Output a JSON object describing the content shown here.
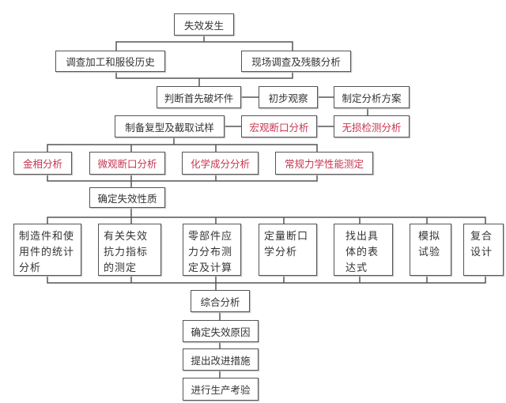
{
  "colors": {
    "line": "#555555",
    "red_text": "#c8344f",
    "text": "#333333"
  },
  "nodes": {
    "failure_occurs": "失效发生",
    "investigate_history": "调查加工和服役历史",
    "site_investigation": "现场调查及残骸分析",
    "identify_first_broken": "判断首先破坏件",
    "preliminary_observation": "初步观察",
    "make_plan": "制定分析方案",
    "prepare_samples": "制备复型及截取试样",
    "macro_fracture": "宏观断口分析",
    "ndt_analysis": "无损检测分析",
    "metallographic": "金相分析",
    "micro_fracture": "微观断口分析",
    "chemical": "化学成分分析",
    "mechanical": "常规力学性能测定",
    "determine_nature": "确定失效性质",
    "stats": "制造件和使用件的统计分析",
    "resistance": "有关失效抗力指标的测定",
    "stress": "零部件应力分布测定及计算",
    "quant_fracto": "定量断口学分析",
    "expression": "找出具体的表达式",
    "simulation": "模拟试验",
    "composite_design": "复合设计",
    "comprehensive": "综合分析",
    "determine_cause": "确定失效原因",
    "improvements": "提出改进措施",
    "production_test": "进行生产考验"
  }
}
